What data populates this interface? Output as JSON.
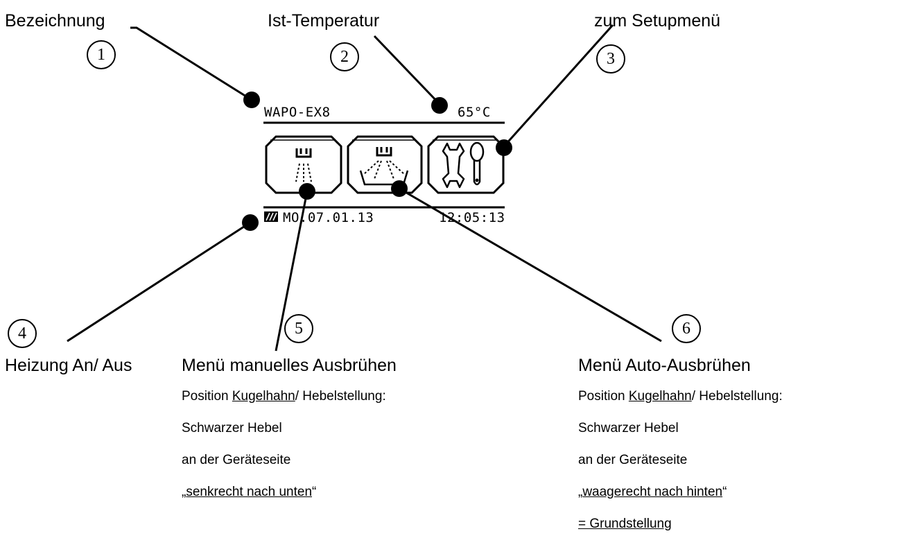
{
  "labels": {
    "bezeichnung": "Bezeichnung",
    "ist_temperatur": "Ist-Temperatur",
    "setupmenu": "zum Setupmenü",
    "heizung": "Heizung An/ Aus",
    "manuell": "Menü manuelles Ausbrühen",
    "auto": "Menü Auto-Ausbrühen"
  },
  "numbers": [
    "1",
    "2",
    "3",
    "4",
    "5",
    "6"
  ],
  "manual_details": {
    "pos_prefix": "Position ",
    "pos_link": "Kugelhahn",
    "pos_suffix": "/ Hebelstellung:",
    "line2": "Schwarzer Hebel",
    "line3": "an der Geräteseite",
    "quote_open": "„",
    "quote_text": "senkrecht nach unten",
    "quote_close": "“"
  },
  "auto_details": {
    "pos_prefix": "Position ",
    "pos_link": "Kugelhahn",
    "pos_suffix": "/ Hebelstellung:",
    "line2": "Schwarzer Hebel",
    "line3": "an der Geräteseite",
    "quote_open": "„",
    "quote_text": "waagerecht nach hinten",
    "quote_close": "“",
    "line5": "= Grundstellung"
  },
  "display": {
    "name": "WAPO-EX8",
    "temperature": "65°C",
    "date": "MO.07.01.13",
    "time": "12:05:13"
  },
  "icons": [
    "shower-icon",
    "auto-brew-icon",
    "wrench-tools-icon",
    "heating-icon"
  ]
}
